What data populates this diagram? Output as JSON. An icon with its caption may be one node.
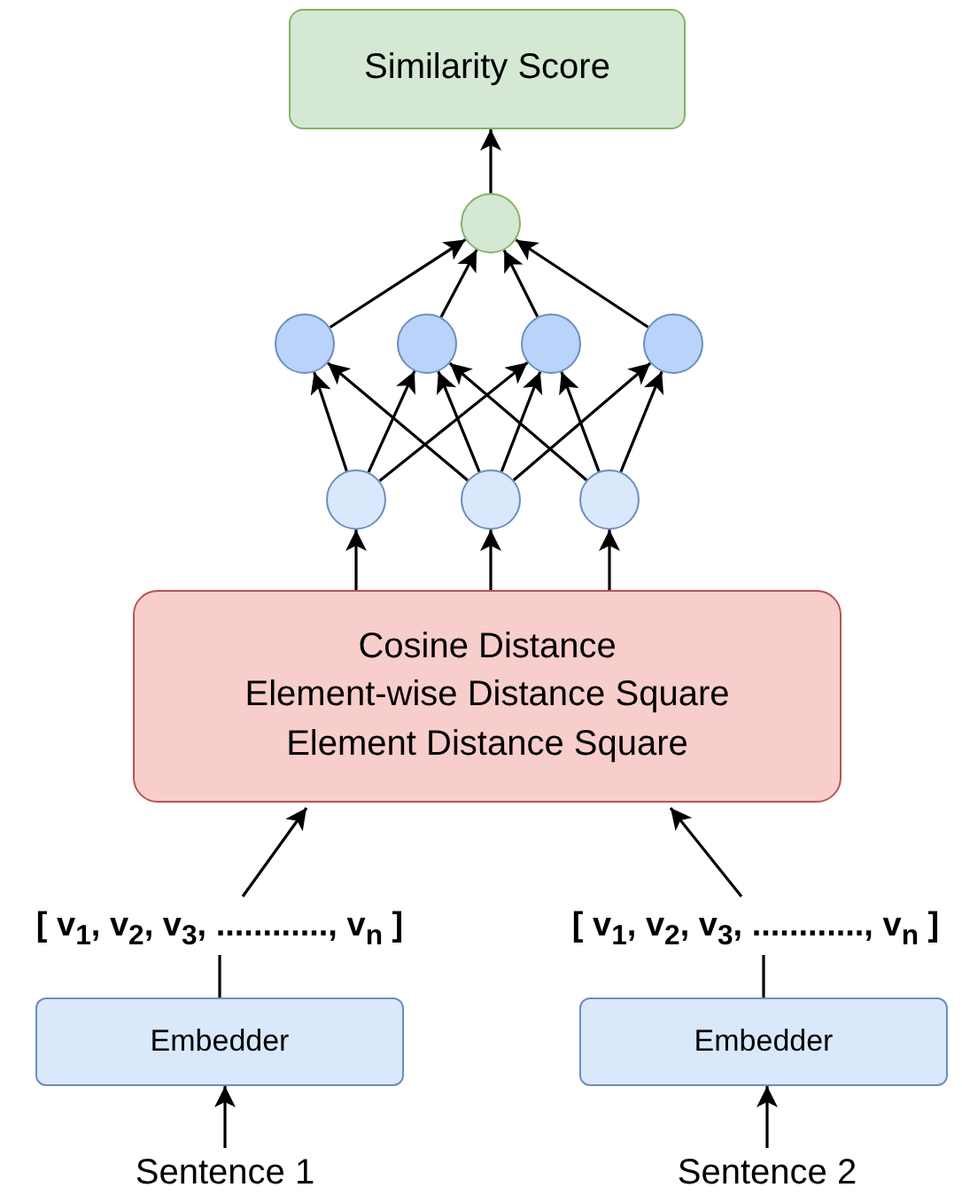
{
  "diagram": {
    "nodes": [
      {
        "text": [
          "Similarity Score"
        ]
      },
      {
        "text": [],
        "shape": "circle"
      },
      {
        "text": [],
        "shape": "circle"
      },
      {
        "text": [],
        "shape": "circle"
      },
      {
        "text": [],
        "shape": "circle"
      },
      {
        "text": [],
        "shape": "circle"
      },
      {
        "text": [],
        "shape": "circle"
      },
      {
        "text": [],
        "shape": "circle"
      },
      {
        "text": [],
        "shape": "circle"
      },
      {
        "text": [
          "Cosine Distance",
          "Element-wise Distance Square",
          "Element Distance Square"
        ]
      },
      {
        "text": [
          "[ v$_{1}$, v$_{2}$, v$_{3}$, ............, v$_{n}$ ]"
        ]
      },
      {
        "text": [
          "[ v$_{1}$, v$_{2}$, v$_{3}$, ............, v$_{n}$ ]"
        ]
      },
      {
        "text": [
          "Embedder"
        ]
      },
      {
        "text": [
          "Embedder"
        ]
      },
      {
        "text": [
          "Sentence 1"
        ]
      },
      {
        "text": [
          "Sentence 2"
        ]
      }
    ],
    "edges": [
      {
        "from": 14,
        "to": 12,
        "arrow": "to"
      },
      {
        "from": 15,
        "to": 13,
        "arrow": "to"
      },
      {
        "from": 12,
        "to": 10,
        "arrow": "none"
      },
      {
        "from": 13,
        "to": 11,
        "arrow": "none"
      },
      {
        "from": 10,
        "to": 9,
        "arrow": "to"
      },
      {
        "from": 11,
        "to": 9,
        "arrow": "to"
      },
      {
        "from": 9,
        "to": 6,
        "arrow": "to"
      },
      {
        "from": 9,
        "to": 7,
        "arrow": "to"
      },
      {
        "from": 9,
        "to": 8,
        "arrow": "to"
      },
      {
        "from": 6,
        "to": 2,
        "arrow": "to"
      },
      {
        "from": 6,
        "to": 3,
        "arrow": "to"
      },
      {
        "from": 6,
        "to": 4,
        "arrow": "to"
      },
      {
        "from": 7,
        "to": 2,
        "arrow": "to"
      },
      {
        "from": 7,
        "to": 3,
        "arrow": "to"
      },
      {
        "from": 7,
        "to": 4,
        "arrow": "to"
      },
      {
        "from": 7,
        "to": 5,
        "arrow": "to"
      },
      {
        "from": 8,
        "to": 3,
        "arrow": "to"
      },
      {
        "from": 8,
        "to": 4,
        "arrow": "to"
      },
      {
        "from": 8,
        "to": 5,
        "arrow": "to"
      },
      {
        "from": 2,
        "to": 1,
        "arrow": "to"
      },
      {
        "from": 3,
        "to": 1,
        "arrow": "to"
      },
      {
        "from": 4,
        "to": 1,
        "arrow": "to"
      },
      {
        "from": 5,
        "to": 1,
        "arrow": "to"
      },
      {
        "from": 1,
        "to": 0,
        "arrow": "to"
      }
    ]
  }
}
